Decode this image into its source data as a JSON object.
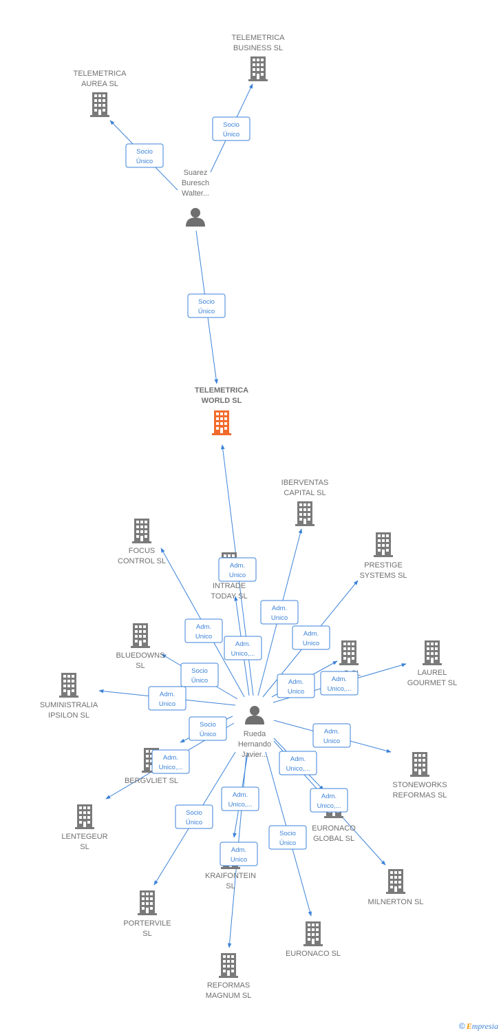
{
  "colors": {
    "edge": "#3b82d8",
    "building": "#7a7a7a",
    "focus_building": "#f26b2c",
    "person": "#6f6f6f",
    "label": "#6f6f6f"
  },
  "nodes": [
    {
      "id": "aurea",
      "type": "company",
      "label": [
        "TELEMETRICA",
        "AUREA  SL"
      ]
    },
    {
      "id": "business",
      "type": "company",
      "label": [
        "TELEMETRICA",
        "BUSINESS  SL"
      ]
    },
    {
      "id": "suarez",
      "type": "person",
      "label": [
        "Suarez",
        "Buresch",
        "Walter..."
      ]
    },
    {
      "id": "world",
      "type": "company",
      "focus": true,
      "label": [
        "TELEMETRICA",
        "WORLD  SL"
      ]
    },
    {
      "id": "iberventas",
      "type": "company",
      "label": [
        "IBERVENTAS",
        "CAPITAL  SL"
      ]
    },
    {
      "id": "focus",
      "type": "company",
      "label": [
        "FOCUS",
        "CONTROL  SL"
      ]
    },
    {
      "id": "prestige",
      "type": "company",
      "label": [
        "PRESTIGE",
        "SYSTEMS  SL"
      ]
    },
    {
      "id": "intrade",
      "type": "company",
      "label": [
        "INTRADE",
        "TODAY  SL"
      ]
    },
    {
      "id": "bluedowns",
      "type": "company",
      "label": [
        "BLUEDOWNS",
        "SL"
      ]
    },
    {
      "id": "otro",
      "type": "company",
      "label": [
        "...O SL"
      ]
    },
    {
      "id": "laurel",
      "type": "company",
      "label": [
        "LAUREL",
        "GOURMET  SL"
      ]
    },
    {
      "id": "suministralia",
      "type": "company",
      "label": [
        "SUMINISTRALIA",
        "IPSILON  SL"
      ]
    },
    {
      "id": "rueda",
      "type": "person",
      "label": [
        "Rueda",
        "Hernando",
        "Javier..."
      ]
    },
    {
      "id": "bergvliet",
      "type": "company",
      "label": [
        "BERGVLIET  SL"
      ]
    },
    {
      "id": "stoneworks",
      "type": "company",
      "label": [
        "STONEWORKS",
        "REFORMAS  SL"
      ]
    },
    {
      "id": "lentegeur",
      "type": "company",
      "label": [
        "LENTEGEUR",
        "SL"
      ]
    },
    {
      "id": "euronacoglobal",
      "type": "company",
      "label": [
        "EURONACO",
        "GLOBAL  SL"
      ]
    },
    {
      "id": "kraifontein",
      "type": "company",
      "label": [
        "KRAIFONTEIN",
        "SL"
      ]
    },
    {
      "id": "milnerton",
      "type": "company",
      "label": [
        "MILNERTON SL"
      ]
    },
    {
      "id": "portervile",
      "type": "company",
      "label": [
        "PORTERVILE",
        "SL"
      ]
    },
    {
      "id": "euronaco",
      "type": "company",
      "label": [
        "EURONACO SL"
      ]
    },
    {
      "id": "reformas",
      "type": "company",
      "label": [
        "REFORMAS",
        "MAGNUM  SL"
      ]
    }
  ],
  "edges": [
    {
      "from": "suarez",
      "to": "aurea",
      "label": [
        "Socio",
        "Único"
      ]
    },
    {
      "from": "suarez",
      "to": "business",
      "label": [
        "Socio",
        "Único"
      ]
    },
    {
      "from": "suarez",
      "to": "world",
      "label": [
        "Socio",
        "Único"
      ]
    },
    {
      "from": "rueda",
      "to": "world",
      "label": [
        "Adm.",
        "Unico"
      ]
    },
    {
      "from": "rueda",
      "to": "intrade",
      "label": [
        "Adm.",
        "Unico,..."
      ]
    },
    {
      "from": "rueda",
      "to": "focus",
      "label": [
        "Adm.",
        "Unico"
      ]
    },
    {
      "from": "rueda",
      "to": "iberventas",
      "label": [
        "Adm.",
        "Unico"
      ]
    },
    {
      "from": "rueda",
      "to": "prestige",
      "label": [
        "Adm.",
        "Unico"
      ]
    },
    {
      "from": "rueda",
      "to": "bluedowns",
      "label": [
        "Socio",
        "Único"
      ]
    },
    {
      "from": "rueda",
      "to": "otro",
      "label": [
        "Adm.",
        "Unico"
      ]
    },
    {
      "from": "rueda",
      "to": "laurel",
      "label": [
        "Adm.",
        "Unico,..."
      ]
    },
    {
      "from": "rueda",
      "to": "suministralia",
      "label": [
        "Adm.",
        "Unico"
      ]
    },
    {
      "from": "rueda",
      "to": "bergvliet",
      "label": [
        "Socio",
        "Único"
      ]
    },
    {
      "from": "rueda",
      "to": "lentegeur",
      "label": [
        "Adm.",
        "Unico,..."
      ]
    },
    {
      "from": "rueda",
      "to": "stoneworks",
      "label": [
        "Adm.",
        "Unico"
      ]
    },
    {
      "from": "rueda",
      "to": "euronacoglobal",
      "label": [
        "Adm.",
        "Unico,..."
      ]
    },
    {
      "from": "rueda",
      "to": "milnerton",
      "label": [
        "Adm.",
        "Unico,..."
      ]
    },
    {
      "from": "rueda",
      "to": "kraifontein",
      "label": [
        "Adm.",
        "Unico,..."
      ]
    },
    {
      "from": "rueda",
      "to": "portervile",
      "label": [
        "Socio",
        "Único"
      ]
    },
    {
      "from": "rueda",
      "to": "reformas",
      "label": [
        "Adm.",
        "Unico"
      ]
    },
    {
      "from": "rueda",
      "to": "euronaco",
      "label": [
        "Socio",
        "Único"
      ]
    }
  ],
  "credit": {
    "symbol": "©",
    "brand_first": "E",
    "brand_rest": "mpresia"
  }
}
